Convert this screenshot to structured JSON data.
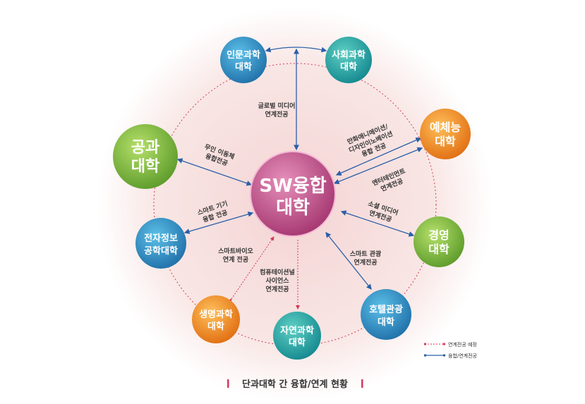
{
  "colors": {
    "blue": "#2a5fa8",
    "red": "#d43a5a",
    "magenta": "#b8407f",
    "teal": "#1f9aa8",
    "green": "#7cb53b",
    "orange": "#f08a22",
    "skyblue": "#2b8ec8"
  },
  "center": {
    "line1": "SW융합",
    "line2": "대학"
  },
  "colleges": {
    "humanities": {
      "line1": "인문과학",
      "line2": "대학"
    },
    "social": {
      "line1": "사회과학",
      "line2": "대학"
    },
    "arts": {
      "line1": "예체능",
      "line2": "대학"
    },
    "engineering": {
      "line1": "공과",
      "line2": "대학"
    },
    "electronics": {
      "line1": "전자정보",
      "line2": "공학대학"
    },
    "business": {
      "line1": "경영",
      "line2": "대학"
    },
    "life": {
      "line1": "생명과학",
      "line2": "대학"
    },
    "natural": {
      "line1": "자연과학",
      "line2": "대학"
    },
    "hotel": {
      "line1": "호텔관광",
      "line2": "대학"
    }
  },
  "links": {
    "global_media": [
      "글로벌 미디어",
      "연계전공"
    ],
    "drone": [
      "무인 이동체",
      "융합전공"
    ],
    "animation": [
      "만화애니메이션/",
      "디자인이노베이션",
      "융합 전공"
    ],
    "entertainment": [
      "엔터테인먼트",
      "연계전공"
    ],
    "smart_device": [
      "스마트 기기",
      "융합 전공"
    ],
    "social_media": [
      "소셜 미디어",
      "연계전공"
    ],
    "smart_bio": [
      "스마트바이오",
      "연계 전공"
    ],
    "computational": [
      "컴퓨테이션널",
      "사이언스",
      "연계전공"
    ],
    "smart_tourism": [
      "스마트 관광",
      "연계전공"
    ]
  },
  "legend": {
    "planned": "연계전공 예정",
    "active": "융합/연계전공"
  },
  "caption": "단과대학 간 융합/연계 현황"
}
